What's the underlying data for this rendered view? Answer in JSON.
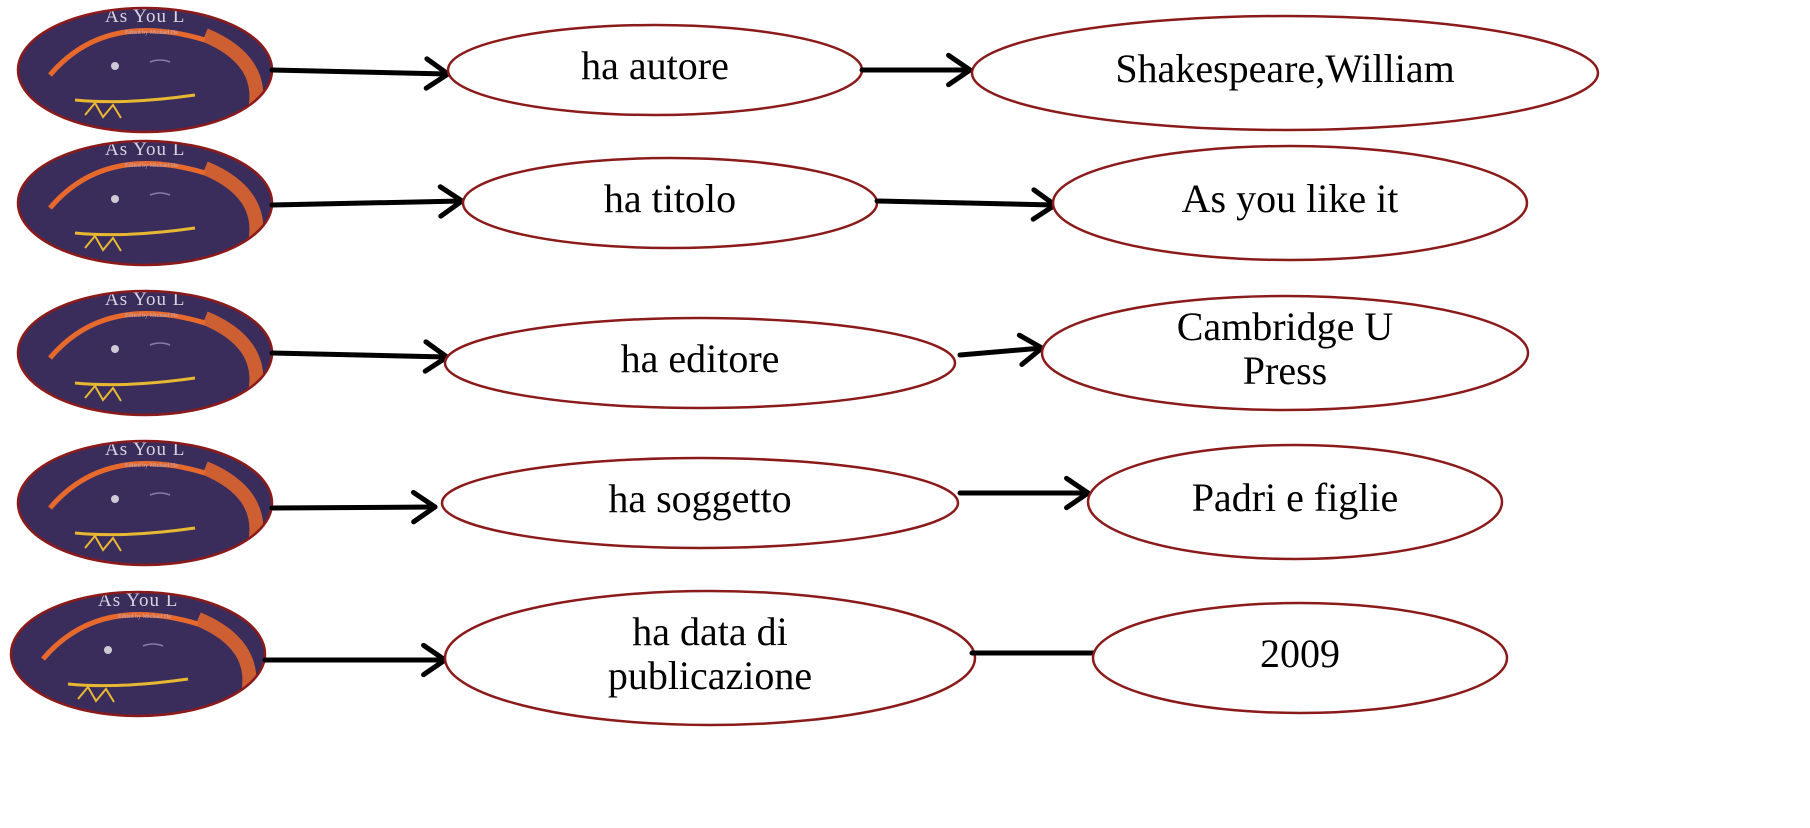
{
  "diagram": {
    "subject_image": {
      "title": "As You L",
      "subtitle": "Edited by Michael Ha"
    },
    "triples": [
      {
        "predicate": [
          "ha autore"
        ],
        "object": [
          "Shakespeare,William"
        ]
      },
      {
        "predicate": [
          "ha titolo"
        ],
        "object": [
          "As you like it"
        ]
      },
      {
        "predicate": [
          "ha editore"
        ],
        "object": [
          "Cambridge U",
          "Press"
        ]
      },
      {
        "predicate": [
          "ha soggetto"
        ],
        "object": [
          "Padri e figlie"
        ]
      },
      {
        "predicate": [
          "ha data di",
          "publicazione"
        ],
        "object": [
          "2009"
        ]
      }
    ]
  },
  "colors": {
    "node_border": "#8b1a1a",
    "arrow": "#000000",
    "cover_background": "#3a2d5c",
    "cover_accent": "#e8692c",
    "cover_highlight": "#e8b832"
  }
}
